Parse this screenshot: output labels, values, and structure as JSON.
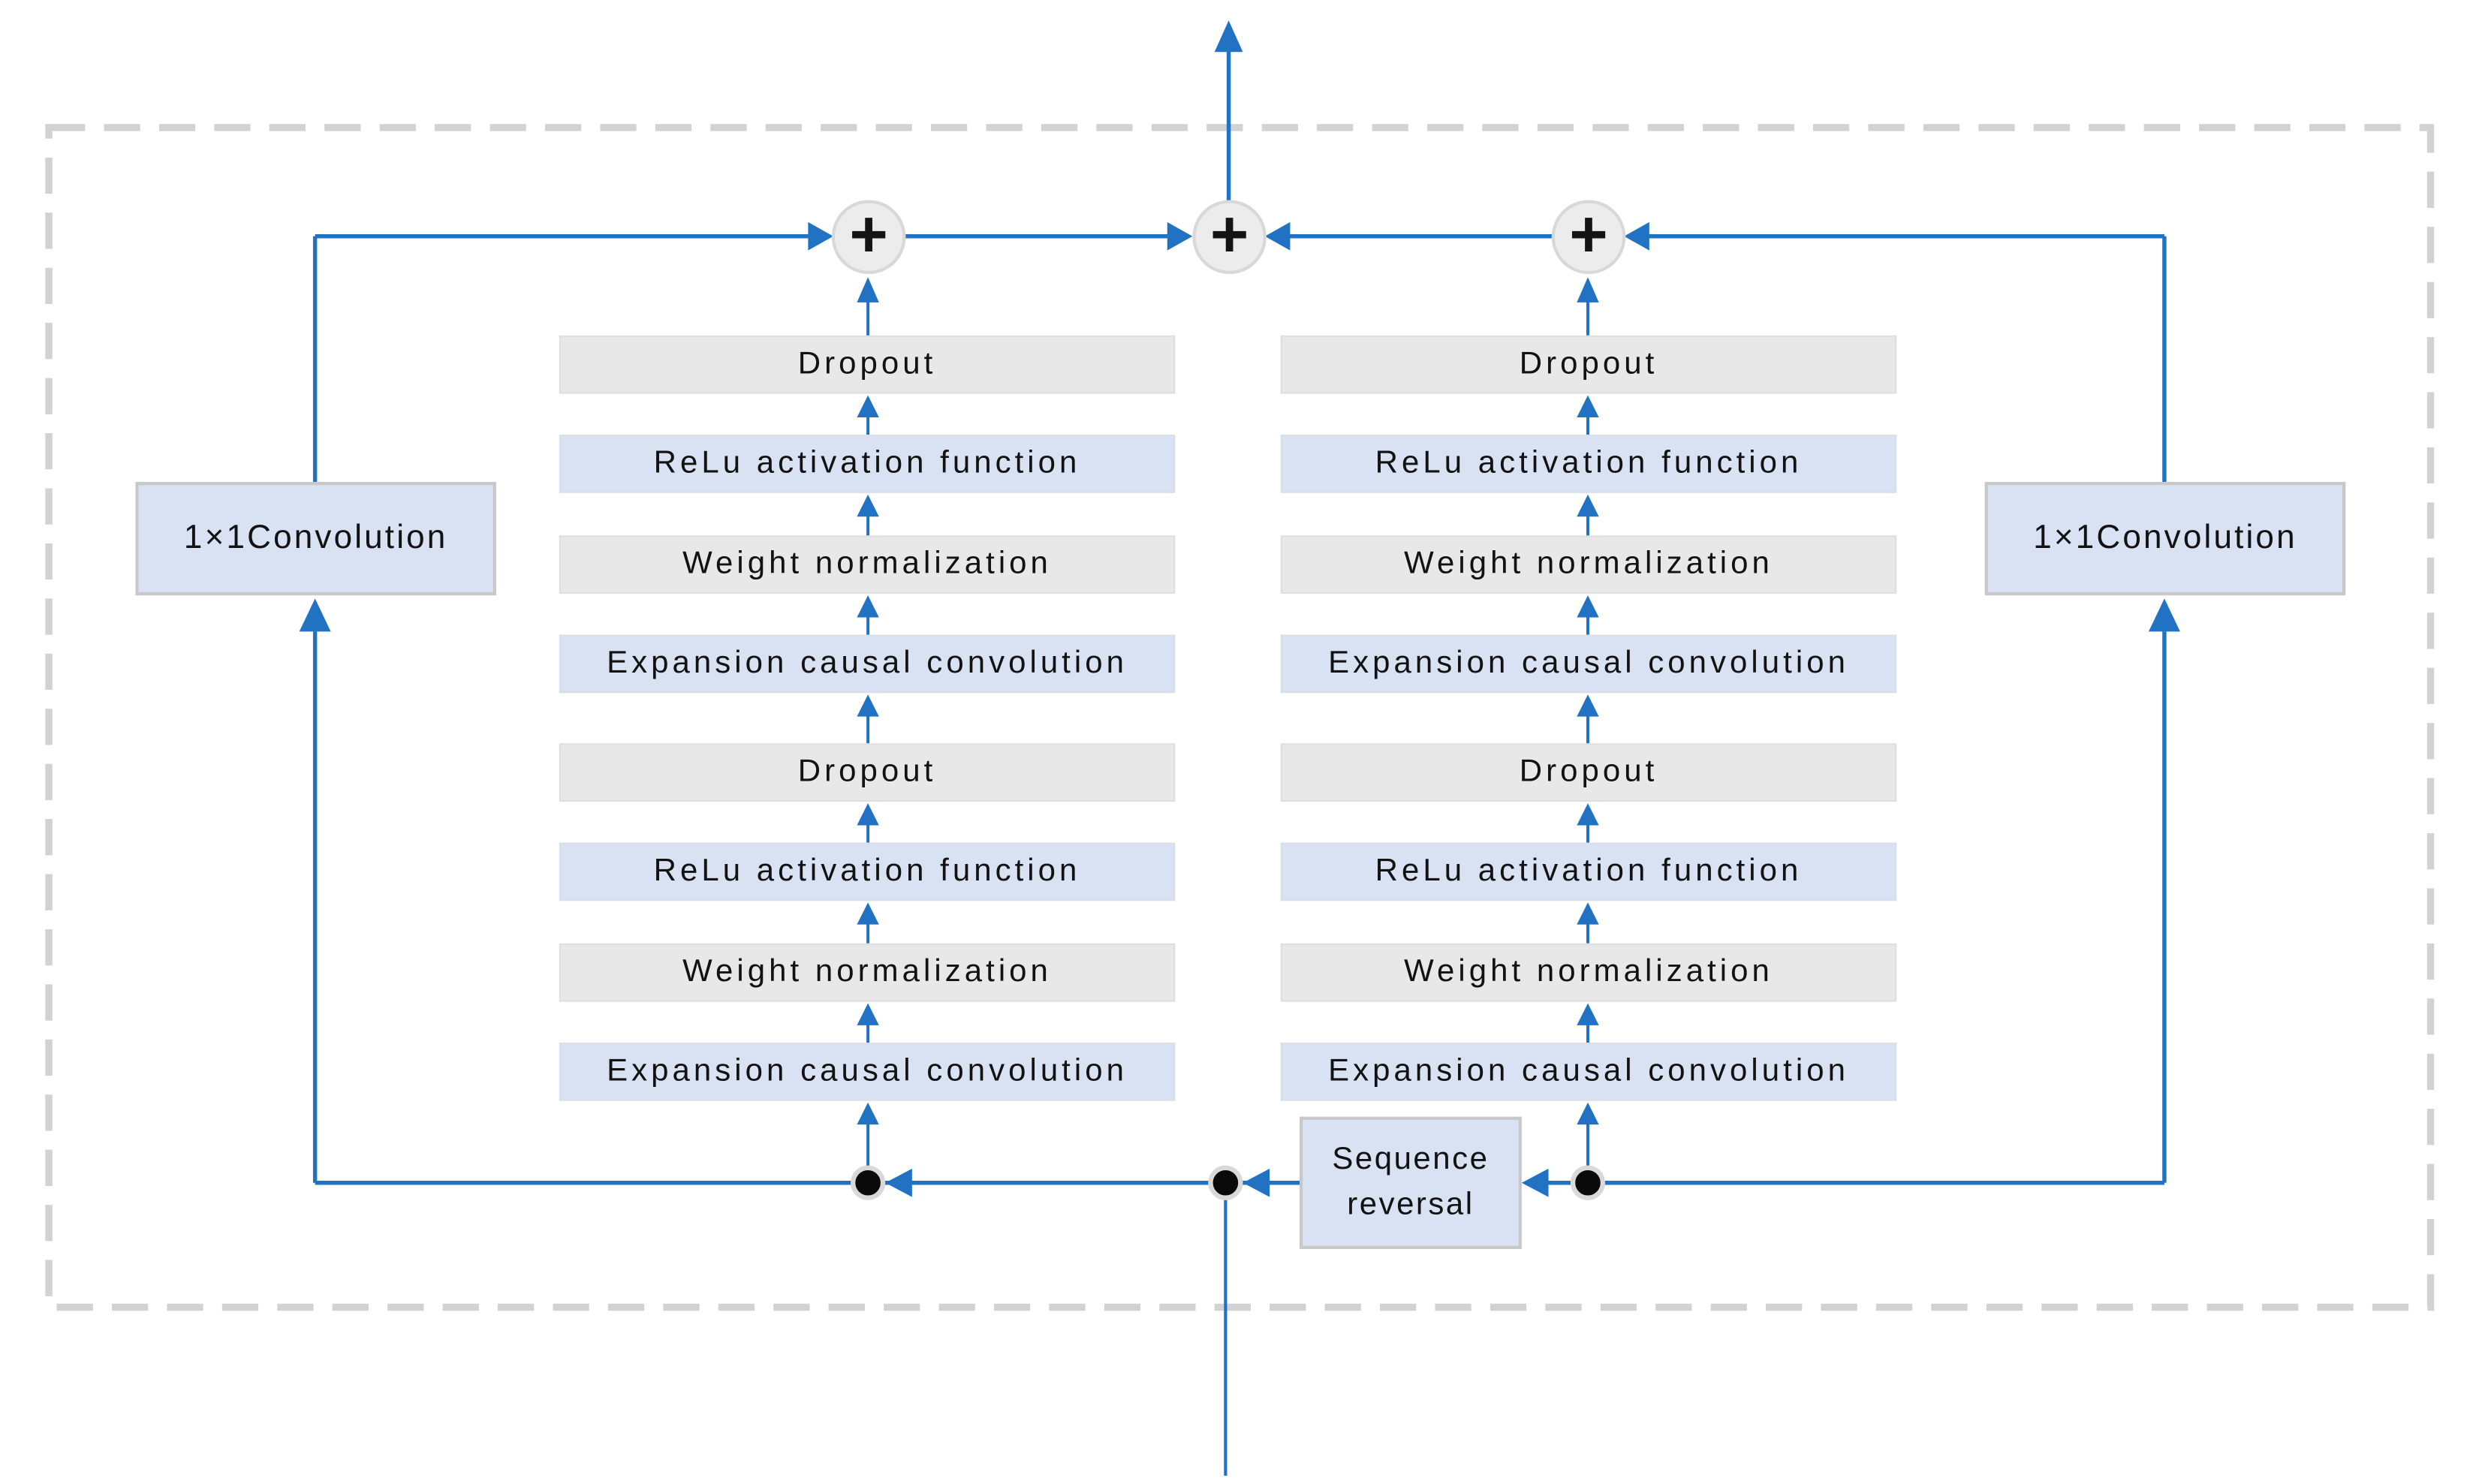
{
  "diagram": {
    "sum_symbol": "+",
    "block_sequence": [
      "Dropout",
      "ReLu activation function",
      "Weight normalization",
      "Expansion causal convolution",
      "Dropout",
      "ReLu activation function",
      "Weight normalization",
      "Expansion causal convolution"
    ],
    "left_projection_label": "1×1Convolution",
    "right_projection_label": "1×1Convolution",
    "sequence_reversal_label": "Sequence reversal",
    "colors": {
      "arrow_blue": "#2272c3",
      "box_blue": "#d9e2f3",
      "box_gray": "#e8e8e8",
      "block_border": "#dedede",
      "outer_dashed_border": "#d2d2d2",
      "junction_dot": "#0a0a0a",
      "sum_circle_fill": "#ececec",
      "text": "#121212"
    }
  }
}
